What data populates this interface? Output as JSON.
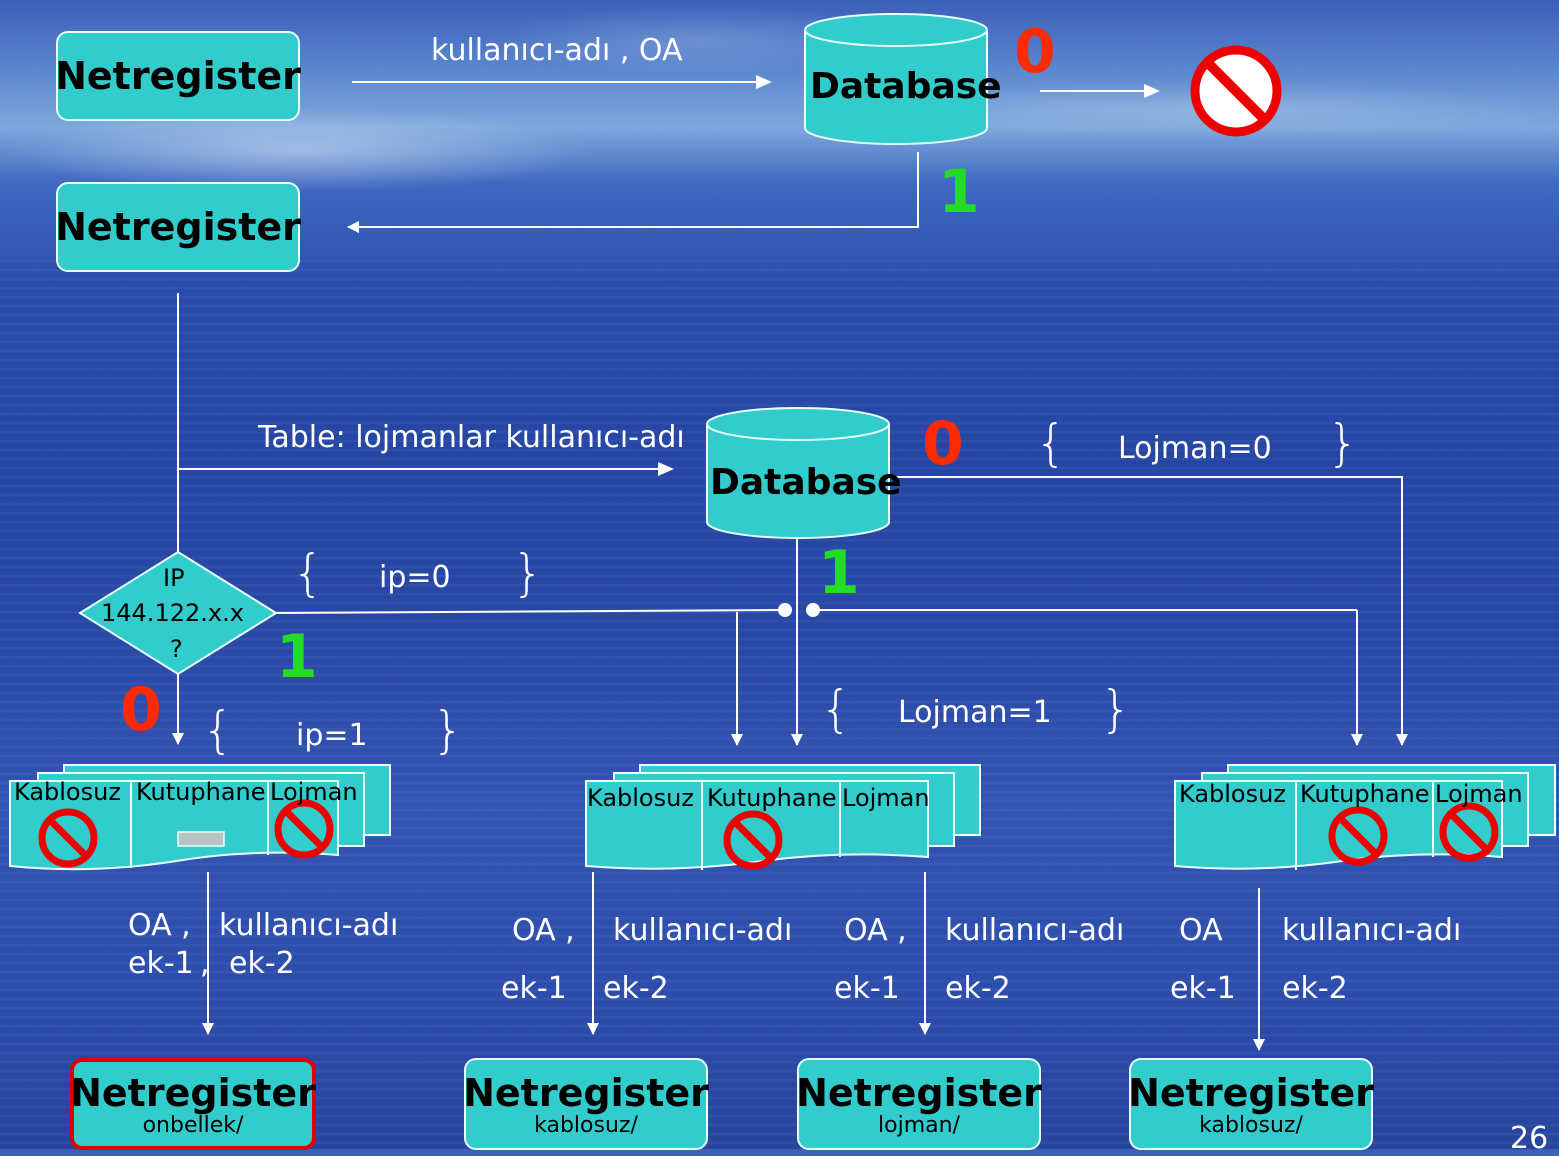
{
  "top": {
    "netregister1": "Netregister",
    "netregister2": "Netregister",
    "database1": "Database",
    "arrow_label": "kullanıcı-adı , OA",
    "zero": "0",
    "one": "1"
  },
  "middle": {
    "table_label": "Table: lojmanlar kullanıcı-adı",
    "database2": "Database",
    "zero": "0",
    "one": "1",
    "lojman0": "Lojman=0",
    "lojman1": "Lojman=1",
    "ip0": "ip=0",
    "ip1": "ip=1",
    "decision_lines": [
      "IP",
      "144.122.x.x",
      "?"
    ],
    "decision_zero": "0",
    "decision_one": "1"
  },
  "pages": [
    {
      "tabs": [
        "Kablosuz",
        "Kutuphane",
        "Lojman"
      ]
    },
    {
      "tabs": [
        "Kablosuz",
        "Kutuphane",
        "Lojman"
      ]
    },
    {
      "tabs": [
        "Kablosuz",
        "Kutuphane",
        "Lojman"
      ]
    }
  ],
  "outputs": [
    {
      "left_top": "OA ,",
      "left_bottom": "ek-1",
      "comma": ",",
      "right_top": "kullanıcı-adı",
      "right_bottom": "ek-2",
      "title": "Netregister",
      "path": "onbellek/"
    },
    {
      "left_top": "OA ,",
      "left_bottom": "ek-1",
      "right_top": "kullanıcı-adı",
      "right_bottom": "ek-2",
      "title": "Netregister",
      "path": "kablosuz/"
    },
    {
      "left_top": "OA ,",
      "left_bottom": "ek-1",
      "right_top": "kullanıcı-adı",
      "right_bottom": "ek-2",
      "title": "Netregister",
      "path": "lojman/"
    },
    {
      "left_top": "OA",
      "left_bottom": "ek-1",
      "right_top": "kullanıcı-adı",
      "right_bottom": "ek-2",
      "title": "Netregister",
      "path": "kablosuz/"
    }
  ],
  "slide_number": "26",
  "colors": {
    "box": "#33cccc",
    "zero": "#ff2a00",
    "one": "#22dd22",
    "forbidden": "#ee0000"
  }
}
